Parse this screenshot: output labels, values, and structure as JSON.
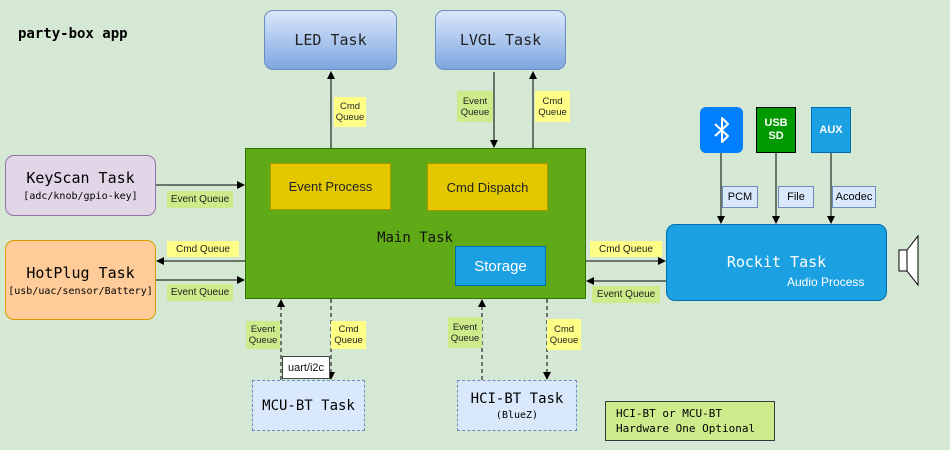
{
  "app_title": "party-box app",
  "main_task": {
    "title": "Main Task",
    "event_process": "Event Process",
    "cmd_dispatch": "Cmd Dispatch",
    "storage": "Storage"
  },
  "led_task": "LED Task",
  "lvgl_task": "LVGL Task",
  "keyscan": {
    "title": "KeyScan Task",
    "sub": "[adc/knob/gpio-key]"
  },
  "hotplug": {
    "title": "HotPlug Task",
    "sub": "[usb/uac/sensor/Battery]"
  },
  "rockit": {
    "title": "Rockit Task",
    "sub": "Audio Process"
  },
  "mcu_bt": {
    "title": "MCU-BT Task"
  },
  "hci_bt": {
    "title": "HCI-BT Task",
    "sub": "(BlueZ)"
  },
  "sources": {
    "usb_sd": "USB SD",
    "aux": "AUX"
  },
  "labels": {
    "pcm": "PCM",
    "file": "File",
    "acodec": "Acodec",
    "led_cmd": "Cmd Queue",
    "lvgl_event": "Event Queue",
    "lvgl_cmd": "Cmd Queue",
    "keyscan_event": "Event Queue",
    "hotplug_cmd": "Cmd Queue",
    "hotplug_event": "Event Queue",
    "rockit_cmd": "Cmd Queue",
    "rockit_event": "Event Queue",
    "mcu_event": "Event Queue",
    "mcu_cmd": "Cmd Queue",
    "uart": "uart/i2c",
    "hci_event": "Event Queue",
    "hci_cmd": "Cmd Queue"
  },
  "note": {
    "line1": "HCI-BT or MCU-BT",
    "line2": "Hardware One Optional"
  },
  "colors": {
    "background": "#d5e8d4",
    "main": "#60a917",
    "storage": "#1ba1e2",
    "rockit": "#1ba1e2",
    "bluetooth": "#007fff",
    "usb_sd": "#009900",
    "aux": "#1ba1e2",
    "label_yellow": "#ffff88",
    "label_green": "#cdeb8b"
  },
  "icons": {
    "bluetooth": "bluetooth-icon",
    "speaker": "speaker-icon"
  }
}
